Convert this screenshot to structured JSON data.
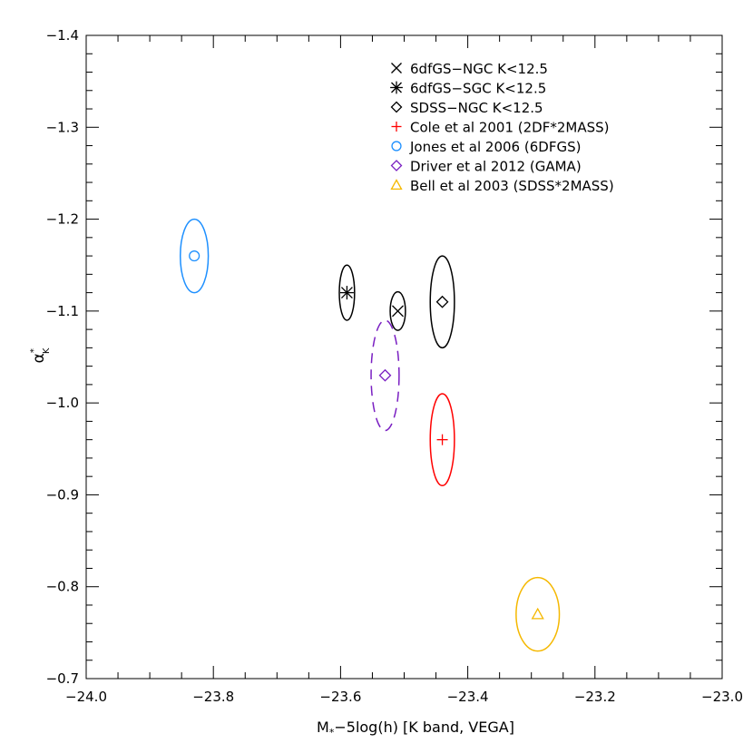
{
  "chart_data": {
    "type": "scatter",
    "xlabel": "M*−5log(h) [K band, VEGA]",
    "xlabel_parts": {
      "pre": "M",
      "sub": "*",
      "post": "−5log(h) [K band, VEGA]"
    },
    "ylabel": "α*K",
    "ylabel_parts": {
      "base": "α",
      "sup": "*",
      "sub": "K"
    },
    "xlim": [
      -24.0,
      -23.0
    ],
    "ylim": [
      -1.4,
      -0.7
    ],
    "y_axis_inverted": true,
    "x_ticks": [
      -24.0,
      -23.8,
      -23.6,
      -23.4,
      -23.2,
      -23.0
    ],
    "x_tick_labels": [
      "−24.0",
      "−23.8",
      "−23.6",
      "−23.4",
      "−23.2",
      "−23.0"
    ],
    "y_ticks": [
      -1.4,
      -1.3,
      -1.2,
      -1.1,
      -1.0,
      -0.9,
      -0.8,
      -0.7
    ],
    "y_tick_labels": [
      "−1.4",
      "−1.3",
      "−1.2",
      "−1.1",
      "−1.0",
      "−0.9",
      "−0.8",
      "−0.7"
    ],
    "grid": false,
    "legend_position": "top-right",
    "series": [
      {
        "name": "6dfGS−NGC K<12.5",
        "marker": "x",
        "color": "#000000",
        "line": "solid",
        "x": -23.51,
        "y": -1.1,
        "err_x": 0.012,
        "err_y": 0.021
      },
      {
        "name": "6dfGS−SGC K<12.5",
        "marker": "asterisk",
        "color": "#000000",
        "line": "solid",
        "x": -23.59,
        "y": -1.12,
        "err_x": 0.012,
        "err_y": 0.03
      },
      {
        "name": "SDSS−NGC K<12.5",
        "marker": "diamond",
        "color": "#000000",
        "line": "solid",
        "x": -23.44,
        "y": -1.11,
        "err_x": 0.019,
        "err_y": 0.05
      },
      {
        "name": "Cole et al 2001 (2DF*2MASS)",
        "marker": "plus",
        "color": "#ff0000",
        "line": "solid",
        "x": -23.44,
        "y": -0.96,
        "err_x": 0.019,
        "err_y": 0.05
      },
      {
        "name": "Jones et al 2006 (6DFGS)",
        "marker": "circle",
        "color": "#1e90ff",
        "line": "solid",
        "x": -23.83,
        "y": -1.16,
        "err_x": 0.022,
        "err_y": 0.04
      },
      {
        "name": "Driver et al 2012 (GAMA)",
        "marker": "diamond",
        "color": "#7a1fc2",
        "line": "dashed",
        "x": -23.53,
        "y": -1.03,
        "err_x": 0.022,
        "err_y": 0.06
      },
      {
        "name": "Bell et al 2003 (SDSS*2MASS)",
        "marker": "triangle",
        "color": "#f5b800",
        "line": "solid",
        "x": -23.29,
        "y": -0.77,
        "err_x": 0.034,
        "err_y": 0.04
      }
    ]
  }
}
